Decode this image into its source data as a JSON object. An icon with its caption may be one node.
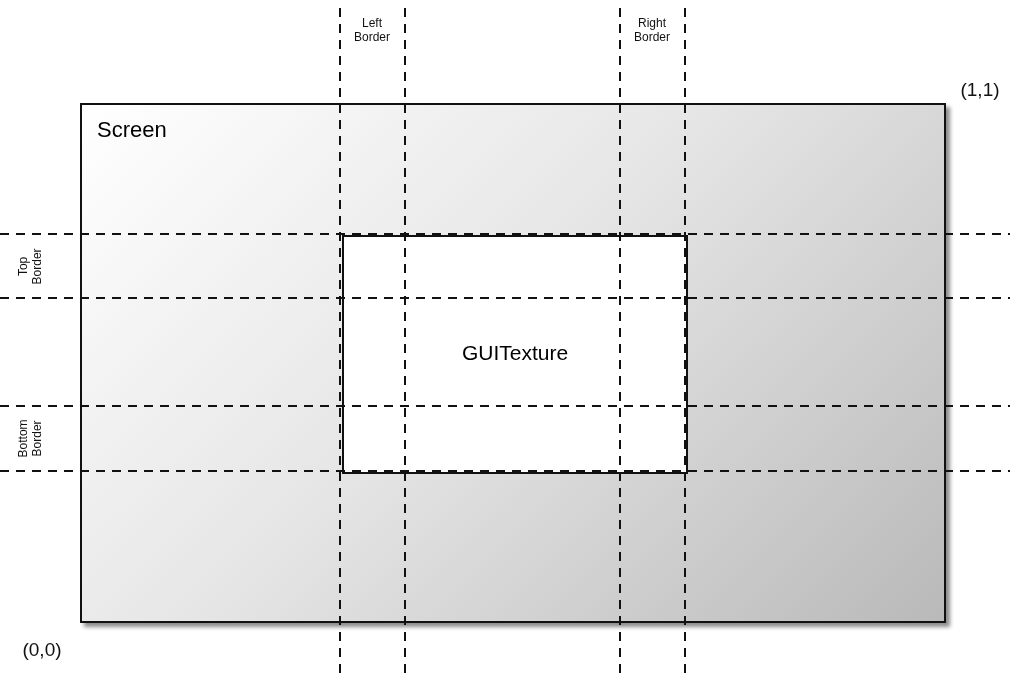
{
  "diagram": {
    "nodes": [
      {
        "text": [
          "Screen"
        ]
      },
      {
        "text": [
          "GUITexture"
        ],
        "in": 0
      }
    ],
    "labels": [
      "Left Border",
      "Right Border",
      "(1,1)",
      "Top Border",
      "Bottom Border",
      "(0,0)"
    ]
  }
}
